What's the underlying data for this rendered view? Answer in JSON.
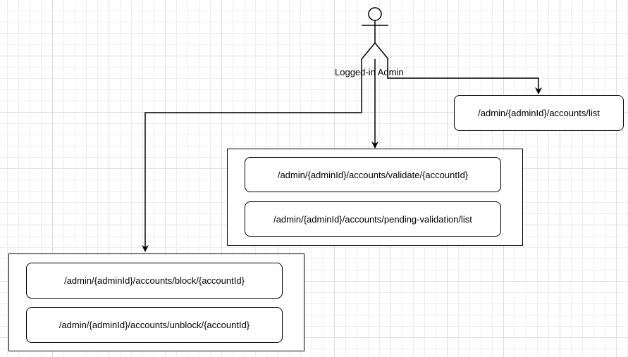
{
  "actor": {
    "label": "Logged-in Admin"
  },
  "groups": {
    "validation": {
      "items": [
        "/admin/{adminId}/accounts/validate/{accountId}",
        "/admin/{adminId}/accounts/pending-validation/list"
      ]
    },
    "blocking": {
      "items": [
        "/admin/{adminId}/accounts/block/{accountId}",
        "/admin/{adminId}/accounts/unblock/{accountId}"
      ]
    }
  },
  "standalone": {
    "list_endpoint": "/admin/{adminId}/accounts/list"
  }
}
